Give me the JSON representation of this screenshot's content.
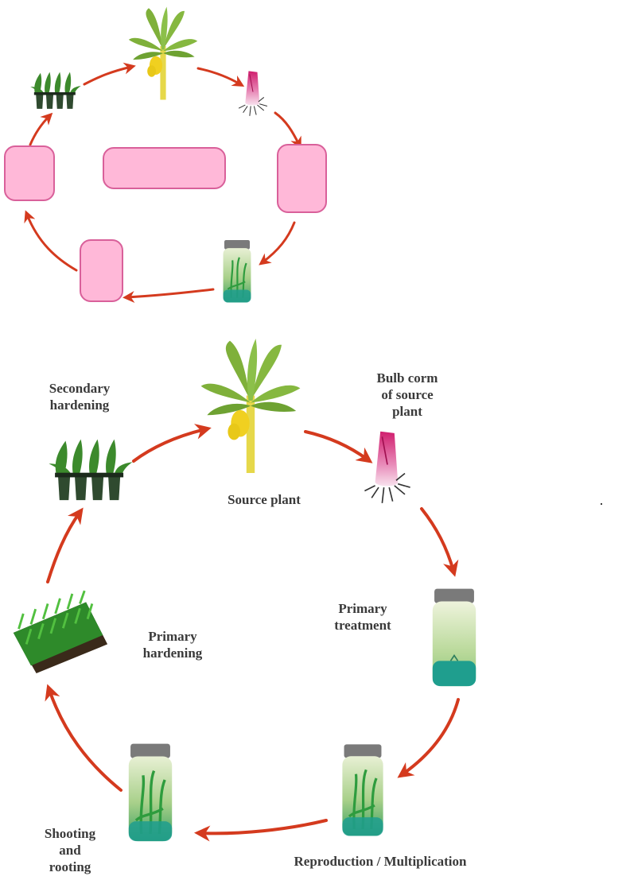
{
  "colors": {
    "arrow": "#d43a1e",
    "box_fill": "#ffb8d8",
    "box_border": "#d9609a",
    "leaf": "#7fb03a",
    "leaf_dark": "#5a8e28",
    "trunk": "#e6d84a",
    "fruit": "#f0d020",
    "corm": "#d8307a",
    "jar_lid": "#7a7a7a",
    "jar_liquid": "#1f9e8e",
    "pot": "#2f4a2f",
    "label": "#3a3a3a"
  },
  "worksheet": {
    "blank_boxes": 4,
    "center_box": "blank",
    "stages": [
      "source-plant",
      "bulb-corm",
      "blank-primary-treatment",
      "reproduction-jar",
      "blank-shooting-rooting",
      "blank-primary-hardening",
      "secondary-hardening"
    ]
  },
  "labeled": {
    "source_plant": [
      "Source plant"
    ],
    "bulb_corm": [
      "Bulb corm",
      "of source",
      "plant"
    ],
    "primary_treatment": [
      "Primary",
      "treatment"
    ],
    "reproduction": [
      "Reproduction / Multiplication"
    ],
    "shooting_rooting": [
      "Shooting",
      "and",
      "rooting"
    ],
    "primary_hardening": [
      "Primary",
      "hardening"
    ],
    "secondary_hardening": [
      "Secondary",
      "hardening"
    ]
  }
}
